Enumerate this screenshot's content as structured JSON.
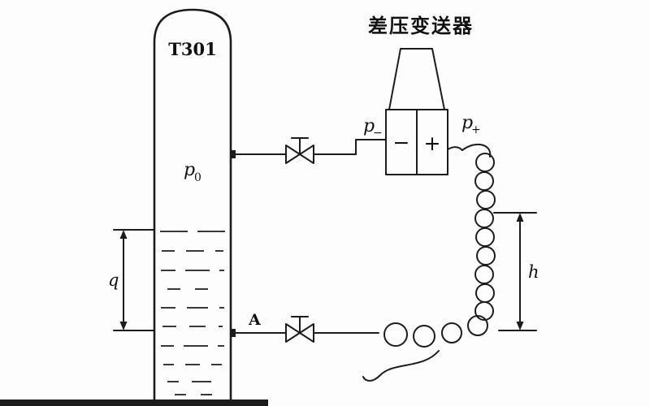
{
  "title": "差压变送器",
  "tank": {
    "name_label": "T301",
    "pressure": {
      "symbol": "p",
      "sub": "0"
    }
  },
  "transmitter": {
    "minus_chamber": "−",
    "plus_chamber": "+",
    "p_minus": {
      "symbol": "p",
      "sub": "−"
    },
    "p_plus": {
      "symbol": "p",
      "sub": "+"
    }
  },
  "labels": {
    "tap_point": "A",
    "level_dim": "q",
    "height_dim": "h"
  },
  "colors": {
    "ink": "#1c1c1c",
    "background": "#fdfdfd"
  }
}
